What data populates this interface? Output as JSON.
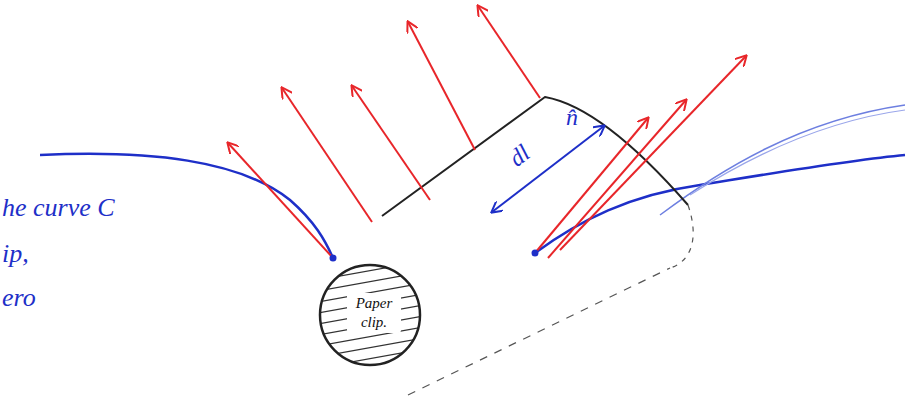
{
  "diagram": {
    "nodes": [
      {
        "text": [
          "Paper clip."
        ]
      }
    ],
    "labels": [
      "he curve C",
      "ip,",
      "ero",
      "dl",
      "n̂"
    ]
  }
}
